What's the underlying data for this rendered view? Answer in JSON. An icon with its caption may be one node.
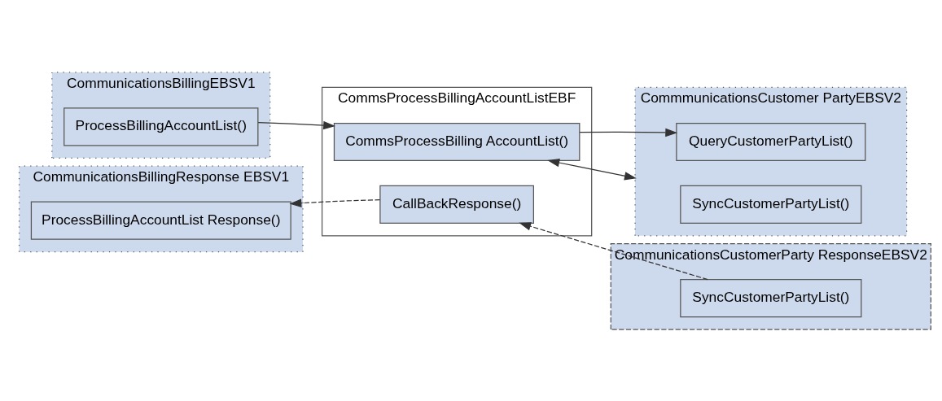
{
  "diagram": {
    "nodes": [
      {
        "text": [
          "CommunicationsBillingEBSV1"
        ]
      },
      {
        "text": [
          "ProcessBillingAccountList()"
        ],
        "in": 0
      },
      {
        "text": [
          "CommsProcessBillingAccountListEBF"
        ]
      },
      {
        "text": [
          "CommsProcessBilling AccountList()"
        ],
        "in": 2
      },
      {
        "text": [
          "CallBackResponse()"
        ],
        "in": 2
      },
      {
        "text": [
          "CommmunicationsCustomer PartyEBSV2"
        ]
      },
      {
        "text": [
          "QueryCustomerPartyList()"
        ],
        "in": 5
      },
      {
        "text": [
          "SyncCustomerPartyList()"
        ],
        "in": 5
      },
      {
        "text": [
          "CommunicationsBillingResponse EBSV1"
        ]
      },
      {
        "text": [
          "ProcessBillingAccountList Response()"
        ],
        "in": 8
      },
      {
        "text": [
          "CommunicationsCustomerParty ResponseEBSV2"
        ]
      },
      {
        "text": [
          "SyncCustomerPartyList()"
        ],
        "in": 10
      }
    ],
    "edges": [
      {
        "from": 1,
        "to": 3,
        "arrow": "to"
      },
      {
        "from": 3,
        "to": 5,
        "arrow": "both"
      },
      {
        "from": 3,
        "to": 6,
        "arrow": "to"
      },
      {
        "from": 11,
        "to": 4,
        "arrow": "to",
        "style": "dashed"
      },
      {
        "from": 4,
        "to": 9,
        "arrow": "to",
        "style": "dashed"
      }
    ]
  }
}
